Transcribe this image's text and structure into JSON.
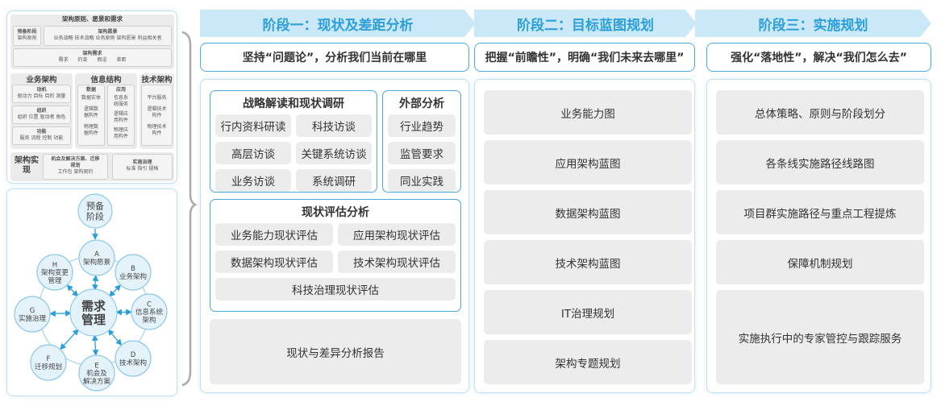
{
  "framework": {
    "title": "架构原则、愿景和需求",
    "prelim": {
      "title": "预备阶段",
      "items": [
        "架构原则"
      ]
    },
    "vision": {
      "title": "架构愿景",
      "items": [
        "业务战略",
        "技术战略",
        "业务原则",
        "架构愿景",
        "利益相关者"
      ]
    },
    "requirements": {
      "title": "架构需求",
      "items": [
        "需求",
        "约束",
        "假设",
        "差距"
      ]
    },
    "business": {
      "title": "业务架构",
      "groups": [
        {
          "title": "动机",
          "items": "驱动力 目标 目的 测量"
        },
        {
          "title": "组织",
          "items": "组织 位置 驱动者 角色"
        },
        {
          "title": "功能",
          "items": "服务 流程 控制 功能"
        }
      ]
    },
    "info": {
      "title": "信息结构",
      "data": {
        "title": "数据",
        "items": [
          "数据实体",
          "逻辑数据构件",
          "物理数据构件"
        ]
      },
      "app": {
        "title": "应用",
        "items": [
          "信息系统服务",
          "逻辑应用构件",
          "物理应用构件"
        ]
      }
    },
    "tech": {
      "title": "技术架构",
      "items": [
        "平台服务",
        "逻辑技术构件",
        "物理技术构件"
      ]
    },
    "realization": {
      "title": "架构实现",
      "opportunity": {
        "title": "机会及解决方案、迁移规划",
        "items": "工作包  架构契约"
      },
      "governance": {
        "title": "实施治理",
        "items": "标准  指引  规格"
      }
    }
  },
  "cycle": {
    "center": [
      "需求",
      "管理"
    ],
    "prelim": [
      "预备",
      "阶段"
    ],
    "phases": [
      {
        "letter": "A",
        "lines": [
          "架构愿景"
        ]
      },
      {
        "letter": "B",
        "lines": [
          "业务架构"
        ]
      },
      {
        "letter": "C",
        "lines": [
          "信息系统",
          "架构"
        ]
      },
      {
        "letter": "D",
        "lines": [
          "技术架构"
        ]
      },
      {
        "letter": "E",
        "lines": [
          "机会及",
          "解决方案"
        ]
      },
      {
        "letter": "F",
        "lines": [
          "迁移规划"
        ]
      },
      {
        "letter": "G",
        "lines": [
          "实施治理"
        ]
      },
      {
        "letter": "H",
        "lines": [
          "架构变更",
          "管理"
        ]
      }
    ]
  },
  "stages": [
    {
      "title": "阶段一：现状及差距分析",
      "subtitle": "坚持“问题论”，分析我们当前在哪里",
      "survey": {
        "title": "战略解读和现状调研",
        "items": [
          "行内资料研读",
          "科技访谈",
          "高层访谈",
          "关键系统访谈",
          "业务访谈",
          "系统调研"
        ]
      },
      "external": {
        "title": "外部分析",
        "items": [
          "行业趋势",
          "监管要求",
          "同业实践"
        ]
      },
      "assessment": {
        "title": "现状评估分析",
        "items": [
          "业务能力现状评估",
          "应用架构现状评估",
          "数据架构现状评估",
          "技术架构现状评估",
          "科技治理现状评估"
        ]
      },
      "report": "现状与差异分析报告"
    },
    {
      "title": "阶段二：目标蓝图规划",
      "subtitle": "把握“前瞻性”，明确“我们未来去哪里”",
      "items": [
        "业务能力图",
        "应用架构蓝图",
        "数据架构蓝图",
        "技术架构蓝图",
        "IT治理规划",
        "架构专题规划"
      ]
    },
    {
      "title": "阶段三：实施规划",
      "subtitle": "强化“落地性”，解决“我们怎么去”",
      "items": [
        "总体策略、原则与阶段划分",
        "各条线实施路径线路图",
        "项目群实施路径与重点工程提炼",
        "保障机制规划",
        "实施执行中的专家管控与跟踪服务"
      ]
    }
  ],
  "colors": {
    "accent": "#2b9fd9",
    "header_bg": "#cbe8f7",
    "border": "#4aaad9",
    "item_bg": "#ececec"
  }
}
